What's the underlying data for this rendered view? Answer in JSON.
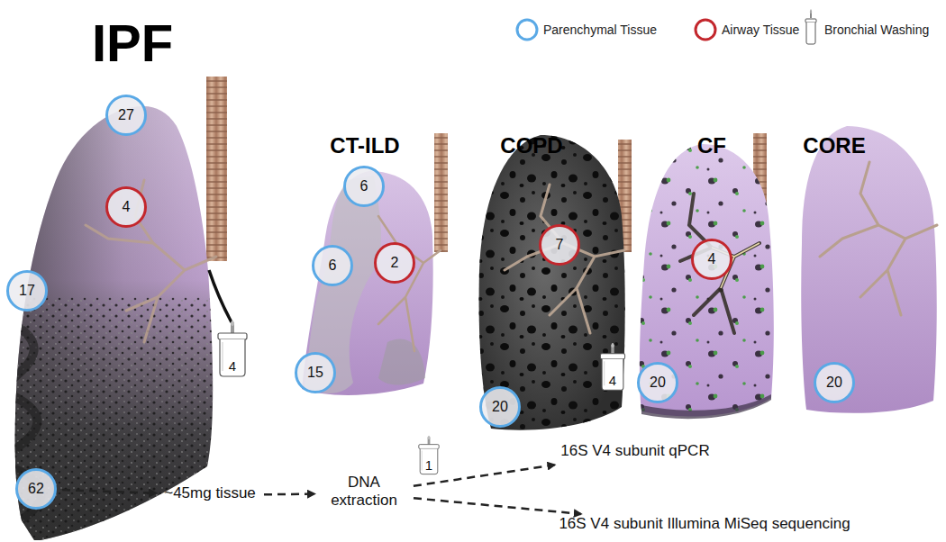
{
  "diagram": {
    "nodes": [
      {
        "text": [
          "27"
        ]
      },
      {
        "text": [
          "4"
        ]
      },
      {
        "text": [
          "17"
        ]
      },
      {
        "text": [
          "4"
        ]
      },
      {
        "text": [
          "62"
        ]
      },
      {
        "text": [
          "6"
        ]
      },
      {
        "text": [
          "6"
        ]
      },
      {
        "text": [
          "2"
        ]
      },
      {
        "text": [
          "15"
        ]
      },
      {
        "text": [
          "1"
        ]
      },
      {
        "text": [
          "7"
        ]
      },
      {
        "text": [
          "20"
        ]
      },
      {
        "text": [
          "4"
        ]
      },
      {
        "text": [
          "4"
        ]
      },
      {
        "text": [
          "20"
        ]
      },
      {
        "text": [
          "20"
        ]
      },
      {
        "text": [
          "~45mg tissue"
        ]
      },
      {
        "text": [
          "DNA extraction"
        ]
      },
      {
        "text": [
          "16S V4 subunit qPCR"
        ]
      },
      {
        "text": [
          "16S V4 subunit Illumina MiSeq sequencing"
        ]
      }
    ],
    "edges": [
      {
        "from": 4,
        "to": 16,
        "arrow": "to"
      },
      {
        "from": 16,
        "to": 17,
        "arrow": "to"
      },
      {
        "from": 17,
        "to": 18,
        "arrow": "to"
      },
      {
        "from": 17,
        "to": 19,
        "arrow": "to"
      }
    ],
    "labels": [
      "IPF",
      "CT-ILD",
      "COPD",
      "CF",
      "CORE"
    ],
    "legend": [
      {
        "text": "Parenchymal Tissue"
      },
      {
        "text": "Airway Tissue"
      },
      {
        "text": "Bronchial Washing"
      }
    ]
  }
}
